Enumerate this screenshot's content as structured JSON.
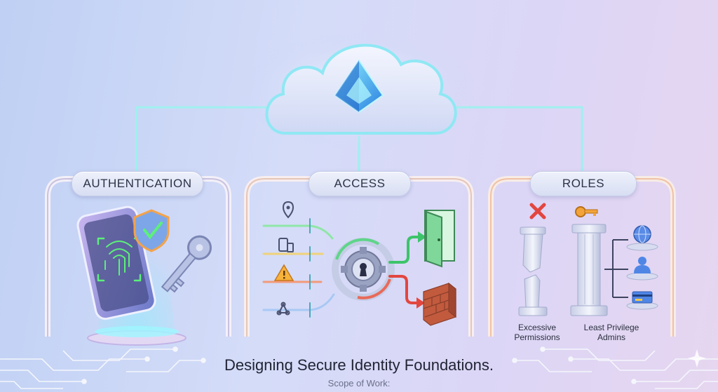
{
  "sections": {
    "authentication": {
      "label": "AUTHENTICATION"
    },
    "access": {
      "label": "ACCESS"
    },
    "roles": {
      "label": "ROLES"
    }
  },
  "roles_captions": {
    "excessive": [
      "Excessive",
      "Permissions"
    ],
    "least": [
      "Least Privilege",
      "Admins"
    ]
  },
  "title": "Designing Secure Identity Foundations.",
  "subtitle": "Scope of Work:",
  "colors": {
    "accent_cyan": "#5fe0e8",
    "access_green": "#3cc46a",
    "deny_red": "#e2463f",
    "key_orange": "#f2a43a"
  },
  "icons": {
    "cloud": "cloud-icon",
    "identity": "azure-identity-icon",
    "phone": "phone-icon",
    "fingerprint": "fingerprint-icon",
    "shield": "shield-check-icon",
    "key": "key-icon",
    "location": "location-pin-icon",
    "device": "device-icon",
    "warning": "warning-icon",
    "app": "app-icon",
    "lock": "keyhole-gear-icon",
    "door": "open-door-icon",
    "wall": "brick-wall-icon",
    "deny": "red-x-icon",
    "role_key": "key-icon",
    "globe": "globe-icon",
    "user": "user-icon",
    "card": "card-icon"
  }
}
